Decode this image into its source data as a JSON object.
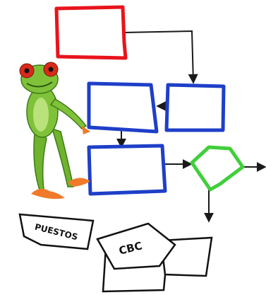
{
  "diagram": {
    "colors": {
      "red_box": "#e8141c",
      "blue_box": "#1e3fc8",
      "green_shape": "#3fcf3a",
      "connector": "#1a1a1a",
      "frog_body": "#7fc23a",
      "frog_eye": "#d82a1a",
      "frog_feet": "#f07a2a"
    },
    "nodes": [
      {
        "name": "red-box",
        "shape": "rectangle",
        "color": "red"
      },
      {
        "name": "blue-box-left",
        "shape": "rectangle",
        "color": "blue"
      },
      {
        "name": "blue-box-right",
        "shape": "rectangle",
        "color": "blue"
      },
      {
        "name": "blue-box-bottom",
        "shape": "rectangle",
        "color": "blue"
      },
      {
        "name": "green-decision",
        "shape": "hexagon",
        "color": "green"
      }
    ],
    "documents": {
      "puestos": "PUESTOS",
      "cbc": "CBC"
    },
    "character": {
      "icon": "frog-mascot-icon",
      "pose": "pointing-at-diagram"
    }
  }
}
